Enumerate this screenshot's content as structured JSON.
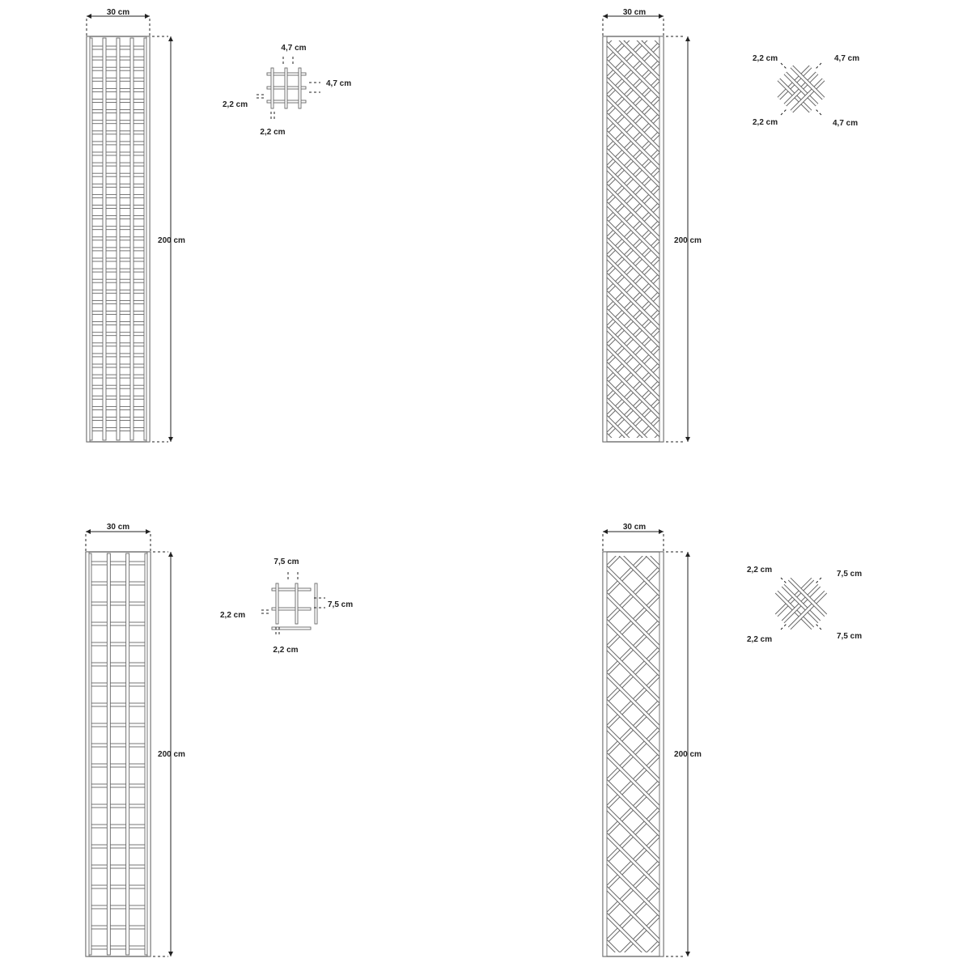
{
  "panels": [
    {
      "name": "square-4-7",
      "pattern": "square",
      "width_label": "30 cm",
      "height_label": "200 cm",
      "detail": {
        "top": "4,7 cm",
        "right": "4,7 cm",
        "left": "2,2 cm",
        "bottom": "2,2 cm"
      }
    },
    {
      "name": "diagonal-4-7",
      "pattern": "diagonal",
      "width_label": "30 cm",
      "height_label": "200 cm",
      "detail": {
        "top_left": "2,2 cm",
        "top_right": "4,7 cm",
        "bottom_left": "2,2 cm",
        "bottom_right": "4,7 cm"
      }
    },
    {
      "name": "square-7-5",
      "pattern": "square",
      "width_label": "30 cm",
      "height_label": "200 cm",
      "detail": {
        "top": "7,5 cm",
        "right": "7,5 cm",
        "left": "2,2 cm",
        "bottom": "2,2 cm"
      }
    },
    {
      "name": "diagonal-7-5",
      "pattern": "diagonal",
      "width_label": "30 cm",
      "height_label": "200 cm",
      "detail": {
        "top_left": "2,2 cm",
        "top_right": "7,5 cm",
        "bottom_left": "2,2 cm",
        "bottom_right": "7,5 cm"
      }
    }
  ]
}
